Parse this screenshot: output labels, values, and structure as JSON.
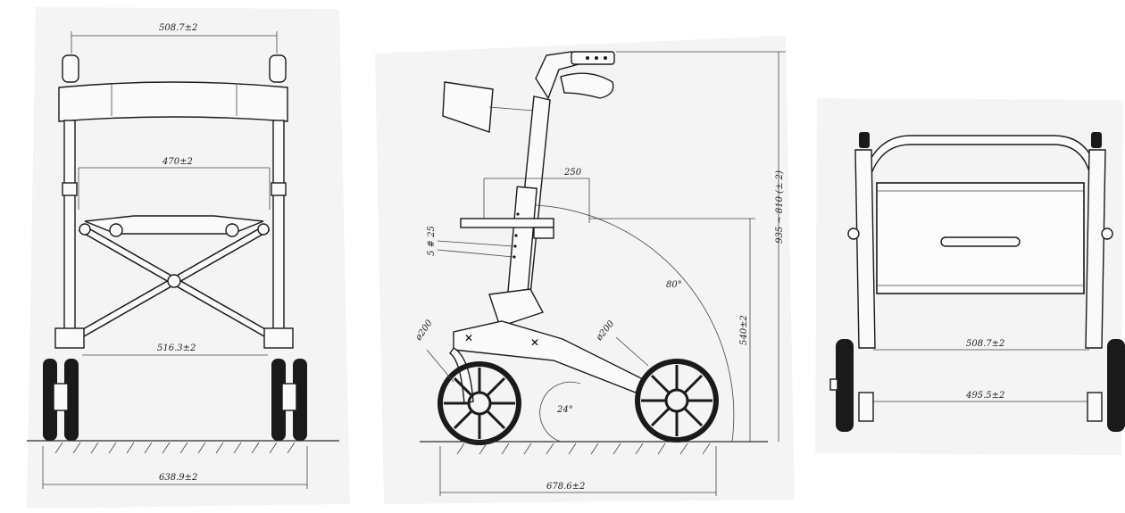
{
  "colors": {
    "ink": "#1a1a1a",
    "paper": "#f4f4f4"
  },
  "front_view": {
    "dim_top_width": "508.7±2",
    "dim_crossbar_width": "470±2",
    "dim_wheel_inner": "516.3±2",
    "dim_base_width": "638.9±2"
  },
  "side_view": {
    "dim_height": "935 ~ 810 (± 2)",
    "dim_seat_depth": "250",
    "dim_step": "5 # 25",
    "dim_angle_fold": "80°",
    "dim_angle_base": "24°",
    "dim_wheel_front": "ø200",
    "dim_wheel_rear": "ø200",
    "dim_seat_height": "540±2",
    "dim_length": "678.6±2"
  },
  "top_view": {
    "dim_width_upper": "508.7±2",
    "dim_width_lower": "495.5±2"
  }
}
